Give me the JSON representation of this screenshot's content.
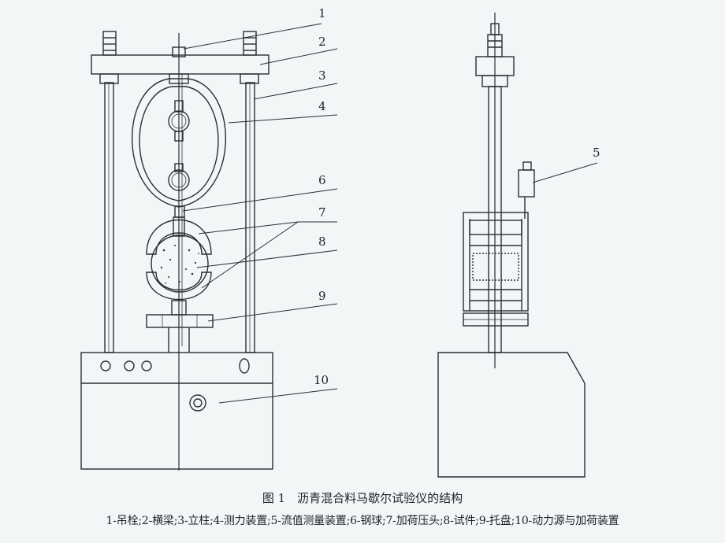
{
  "figure": {
    "title": "图 1　沥青混合料马歇尔试验仪的结构",
    "legend": "1-吊栓;2-横梁;3-立柱;4-测力装置;5-流值测量装置;6-钢球;7-加荷压头;8-试件;9-托盘;10-动力源与加荷装置"
  },
  "callouts": [
    "1",
    "2",
    "3",
    "4",
    "5",
    "6",
    "7",
    "8",
    "9",
    "10"
  ],
  "colors": {
    "line": "#2a2f36",
    "paper": "#f3f6f7",
    "text": "#1e2228"
  }
}
